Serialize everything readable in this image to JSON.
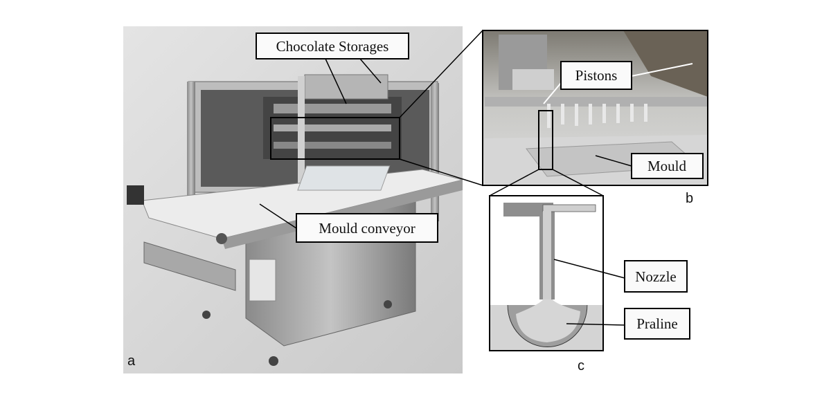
{
  "panels": {
    "a": {
      "letter": "a",
      "labels": {
        "storages": "Chocolate Storages",
        "conveyor": "Mould conveyor"
      }
    },
    "b": {
      "letter": "b",
      "labels": {
        "pistons": "Pistons",
        "mould": "Mould"
      }
    },
    "c": {
      "letter": "c",
      "labels": {
        "nozzle": "Nozzle",
        "praline": "Praline"
      }
    }
  }
}
